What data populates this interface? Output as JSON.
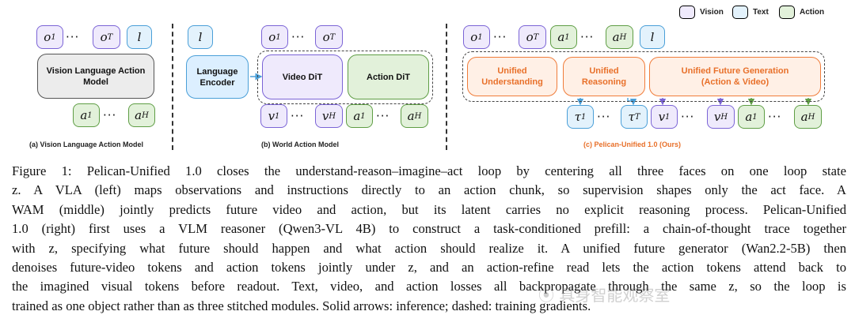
{
  "legend": [
    {
      "label": "Vision",
      "color": "#7b64d6",
      "fill": "#efeafc"
    },
    {
      "label": "Text",
      "color": "#4a9fd8",
      "fill": "#e3f2fc"
    },
    {
      "label": "Action",
      "color": "#5f9e45",
      "fill": "#e2f1da"
    }
  ],
  "panel_a": {
    "inputs": [
      "o",
      "T",
      "l"
    ],
    "block": "Vision Language Action\nModel",
    "outputs": [
      "a",
      "1",
      "a",
      "H"
    ],
    "caption": "(a) Vision Language Action  Model"
  },
  "panel_b": {
    "text_input": "l",
    "inputs": [
      "o",
      "1",
      "o",
      "T"
    ],
    "encoder": "Language\nEncoder",
    "video_block": "Video DiT",
    "action_block": "Action DiT",
    "outputs": [
      "v",
      "1",
      "v",
      "H",
      "a",
      "1",
      "a",
      "H"
    ],
    "caption": "(b) World Action Model"
  },
  "panel_c": {
    "inputs": [
      "o",
      "1",
      "o",
      "T",
      "a",
      "1",
      "a",
      "H",
      "l"
    ],
    "block_understanding": "Unified\nUnderstanding",
    "block_reasoning": "Unified\nReasoning",
    "block_generation": "Unified Future Generation\n(Action & Video)",
    "outputs": [
      "τ",
      "1",
      "τ",
      "T",
      "v",
      "1",
      "v",
      "H",
      "a",
      "1",
      "a",
      "H"
    ],
    "caption": "(c) Pelican-Unified 1.0 (Ours)"
  },
  "figure_caption": {
    "lines": [
      "Figure 1: Pelican-Unified 1.0 closes the understand-reason–imagine–act loop by centering all three faces on one loop state",
      "z.  A VLA (left) maps observations and instructions directly to an action chunk, so supervision shapes only the act face.  A",
      "WAM (middle) jointly predicts future video and action, but its latent carries no explicit reasoning process.  Pelican-Unified",
      "1.0 (right) first uses a VLM reasoner (Qwen3-VL 4B) to construct a task-conditioned prefill: a chain-of-thought trace together",
      "with z, specifying what future should happen and what action should realize it. A unified future generator (Wan2.2-5B) then",
      "denoises future-video tokens and action tokens jointly under z, and an action-refine read lets the action tokens attend back to",
      "the imagined visual tokens before readout. Text, video, and action losses all backpropagate through the same z, so the loop is",
      "trained as one object rather than as three stitched modules. Solid arrows: inference; dashed: training gradients."
    ]
  },
  "watermark": "具身智能观察室"
}
